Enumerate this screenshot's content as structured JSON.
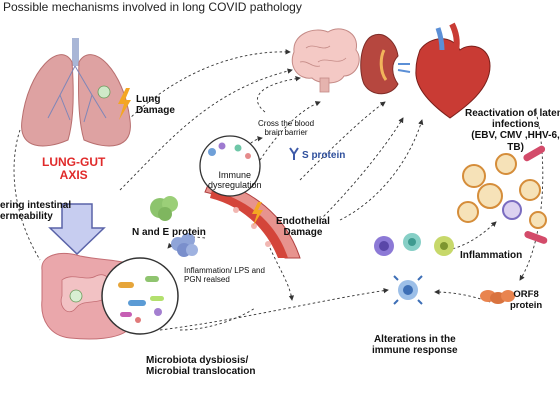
{
  "diagram": {
    "title": "Possible mechanisms involved in long COVID pathology",
    "labels": {
      "lung_damage": "Lung\nDamage",
      "lung_gut_axis": "LUNG-GUT\nAXIS",
      "altering_permeability": "ering intestinal\nermeability",
      "n_and_e_protein": "N and E protein",
      "cross_bbb": "Cross the blood\nbrain barrier",
      "s_protein": "S protein",
      "immune_dysregulation": "Immune\ndysregulation",
      "endothelial_damage": "Endothelial\nDamage",
      "inflammation_lps": "Inflammation/ LPS and\nPGN realsed",
      "microbiota": "Microbiota dysbiosis/\nMicrobial translocation",
      "reactivation": "Reactivation of latent\ninfections\n(EBV, CMV ,HHV-6,\nTB)",
      "inflammation": "Inflammation",
      "orf8": "ORF8\nprotein",
      "alterations": "Alterations in the\nimmune response"
    },
    "colors": {
      "lung": "#d98c8c",
      "axis_red": "#e02a2a",
      "arrow_fill": "#c7cdf0",
      "arrow_stroke": "#5a63a8",
      "gut": "#e9a3a8",
      "brain": "#f3c7c3",
      "kidney": "#b6473f",
      "heart": "#c93b34",
      "vessel": "#d4453a"
    },
    "icons": [
      "lung-icon",
      "lightning-icon",
      "down-arrow-icon",
      "intestine-icon",
      "brain-icon",
      "kidney-icon",
      "heart-icon",
      "virus-icon",
      "immune-cell-icon",
      "bacteria-icon",
      "blood-vessel-icon"
    ]
  }
}
